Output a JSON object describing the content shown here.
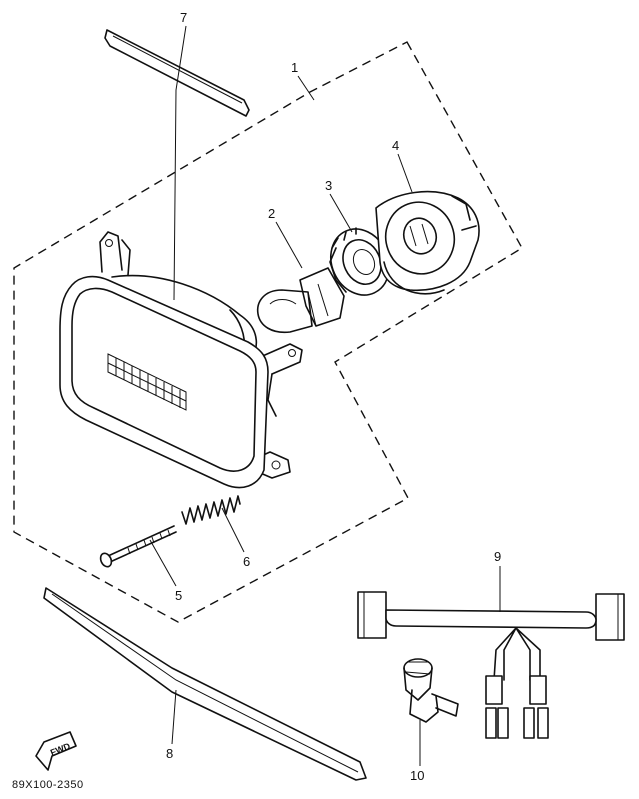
{
  "diagram_code": "89X100-2350",
  "direction_label": "FWD",
  "parts": [
    {
      "id": "p1",
      "label": "1",
      "name": "headlight-assembly"
    },
    {
      "id": "p2",
      "label": "2",
      "name": "bulb"
    },
    {
      "id": "p3",
      "label": "3",
      "name": "bulb-socket"
    },
    {
      "id": "p4",
      "label": "4",
      "name": "cover"
    },
    {
      "id": "p5",
      "label": "5",
      "name": "adjusting-screw"
    },
    {
      "id": "p6",
      "label": "6",
      "name": "spring"
    },
    {
      "id": "p7",
      "label": "7",
      "name": "upper-trim-strip"
    },
    {
      "id": "p8",
      "label": "8",
      "name": "lower-trim-strip"
    },
    {
      "id": "p9",
      "label": "9",
      "name": "wire-harness"
    },
    {
      "id": "p10",
      "label": "10",
      "name": "connector-clamp"
    }
  ]
}
